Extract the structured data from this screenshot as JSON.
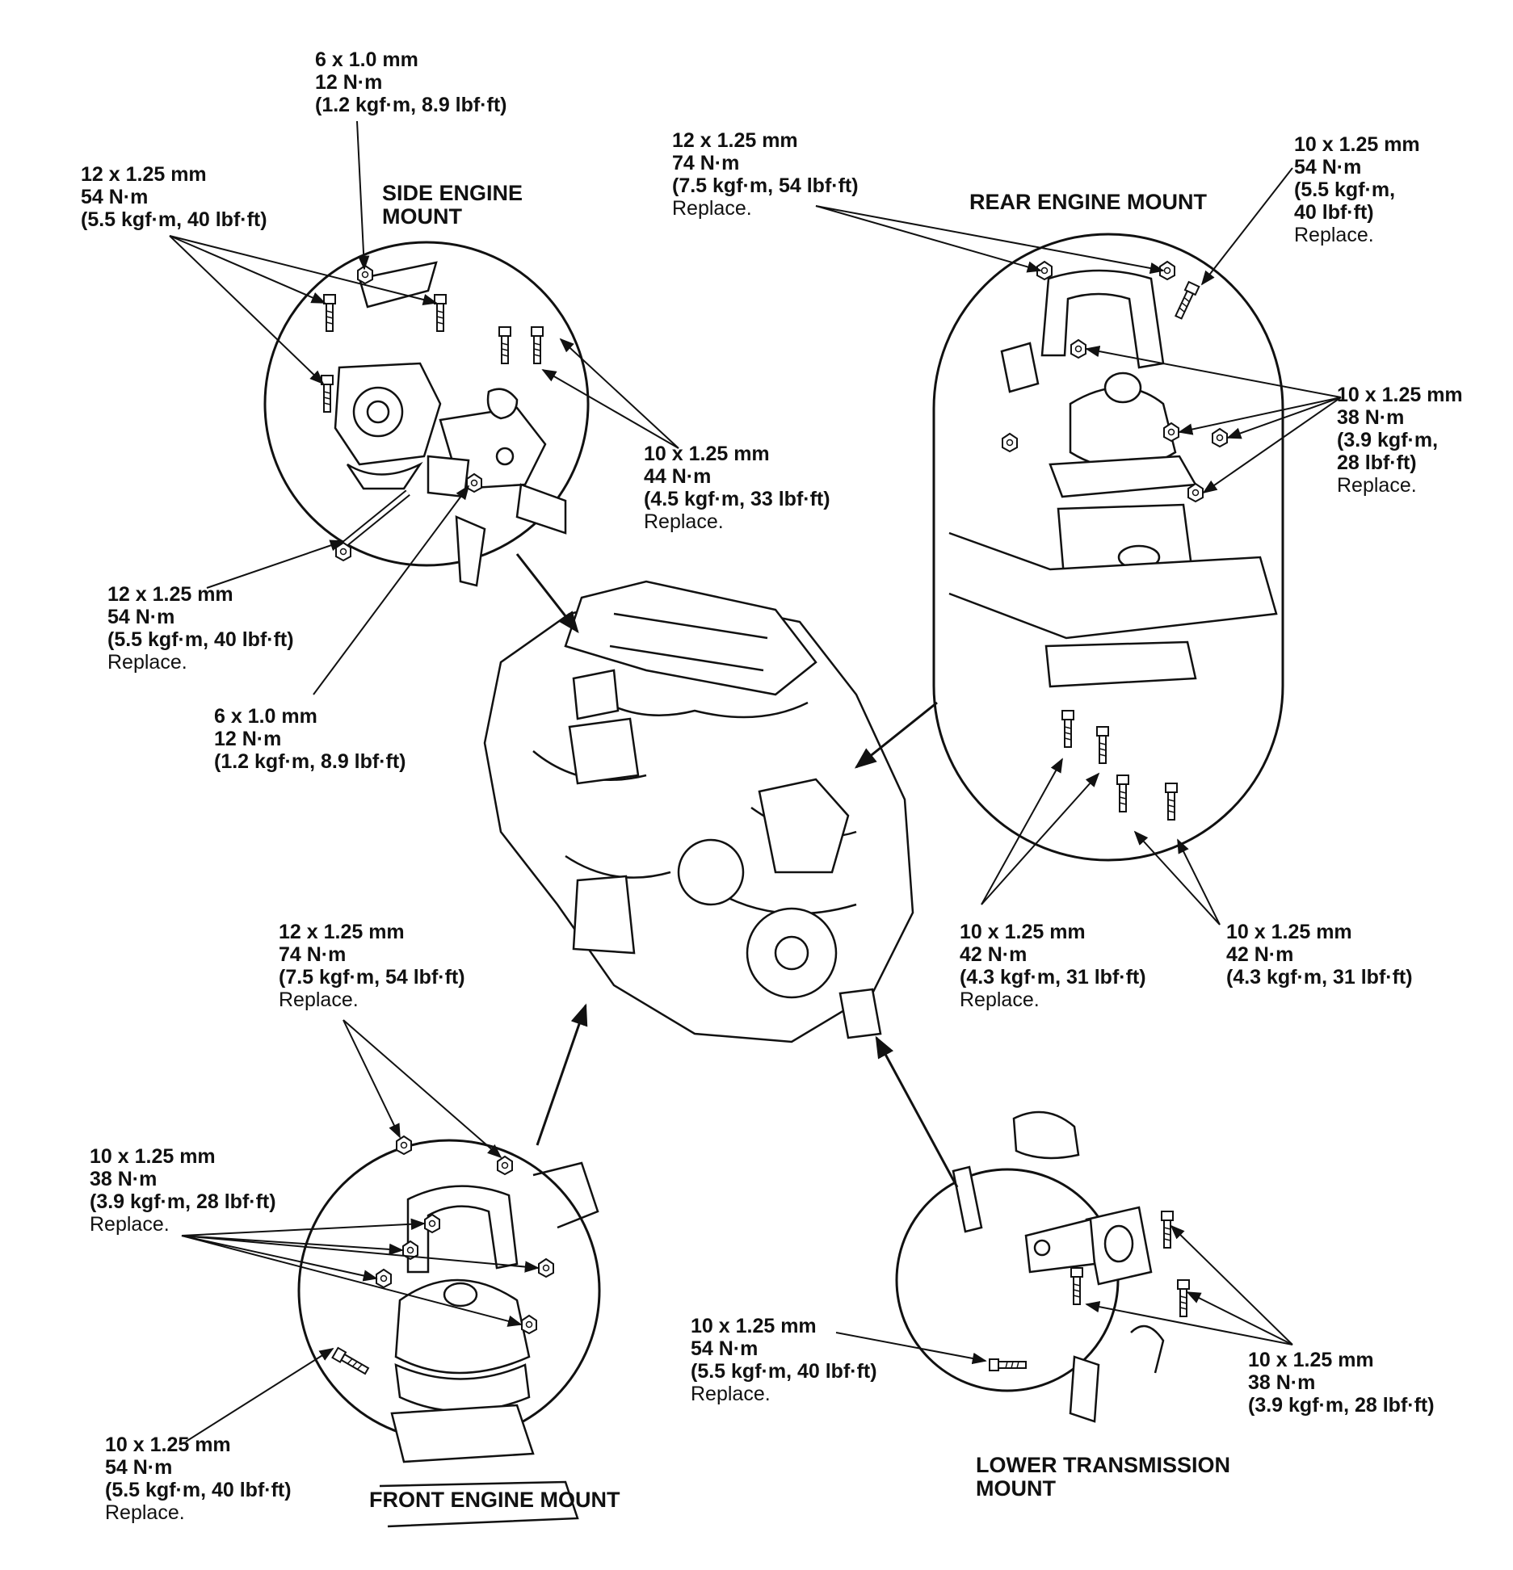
{
  "titles": {
    "side": [
      "SIDE ENGINE",
      "MOUNT"
    ],
    "rear": "REAR ENGINE MOUNT",
    "front": "FRONT ENGINE MOUNT",
    "lower": [
      "LOWER TRANSMISSION",
      "MOUNT"
    ]
  },
  "labels": {
    "side_top_bolt": [
      "6 x 1.0 mm",
      "12 N·m",
      "(1.2 kgf·m, 8.9 lbf·ft)"
    ],
    "side_upper_bolts": [
      "12 x 1.25 mm",
      "54 N·m",
      "(5.5 kgf·m, 40 lbf·ft)"
    ],
    "side_bracket_bolts": [
      "10 x 1.25 mm",
      "44 N·m",
      "(4.5 kgf·m, 33 lbf·ft)",
      "Replace."
    ],
    "side_through_bolt": [
      "12 x 1.25 mm",
      "54 N·m",
      "(5.5 kgf·m, 40 lbf·ft)",
      "Replace."
    ],
    "side_lower_bolt": [
      "6 x 1.0 mm",
      "12 N·m",
      "(1.2 kgf·m, 8.9 lbf·ft)"
    ],
    "rear_nuts": [
      "12 x 1.25 mm",
      "74 N·m",
      "(7.5 kgf·m, 54 lbf·ft)",
      "Replace."
    ],
    "rear_side_bolt": [
      "10 x 1.25 mm",
      "54 N·m",
      "(5.5 kgf·m,",
      "40 lbf·ft)",
      "Replace."
    ],
    "rear_mount_nuts": [
      "10 x 1.25 mm",
      "38 N·m",
      "(3.9 kgf·m,",
      "28 lbf·ft)",
      "Replace."
    ],
    "rear_lower_left": [
      "10 x 1.25 mm",
      "42 N·m",
      "(4.3 kgf·m, 31 lbf·ft)",
      "Replace."
    ],
    "rear_lower_right": [
      "10 x 1.25 mm",
      "42 N·m",
      "(4.3 kgf·m, 31 lbf·ft)"
    ],
    "front_nuts": [
      "12 x 1.25 mm",
      "74 N·m",
      "(7.5 kgf·m, 54 lbf·ft)",
      "Replace."
    ],
    "front_mount_nuts": [
      "10 x 1.25 mm",
      "38 N·m",
      "(3.9 kgf·m, 28 lbf·ft)",
      "Replace."
    ],
    "front_side_bolt": [
      "10 x 1.25 mm",
      "54 N·m",
      "(5.5 kgf·m, 40 lbf·ft)",
      "Replace."
    ],
    "lower_through_bolt": [
      "10 x 1.25 mm",
      "54 N·m",
      "(5.5 kgf·m, 40 lbf·ft)",
      "Replace."
    ],
    "lower_bracket_bolts": [
      "10 x 1.25 mm",
      "38 N·m",
      "(3.9 kgf·m, 28 lbf·ft)"
    ]
  }
}
